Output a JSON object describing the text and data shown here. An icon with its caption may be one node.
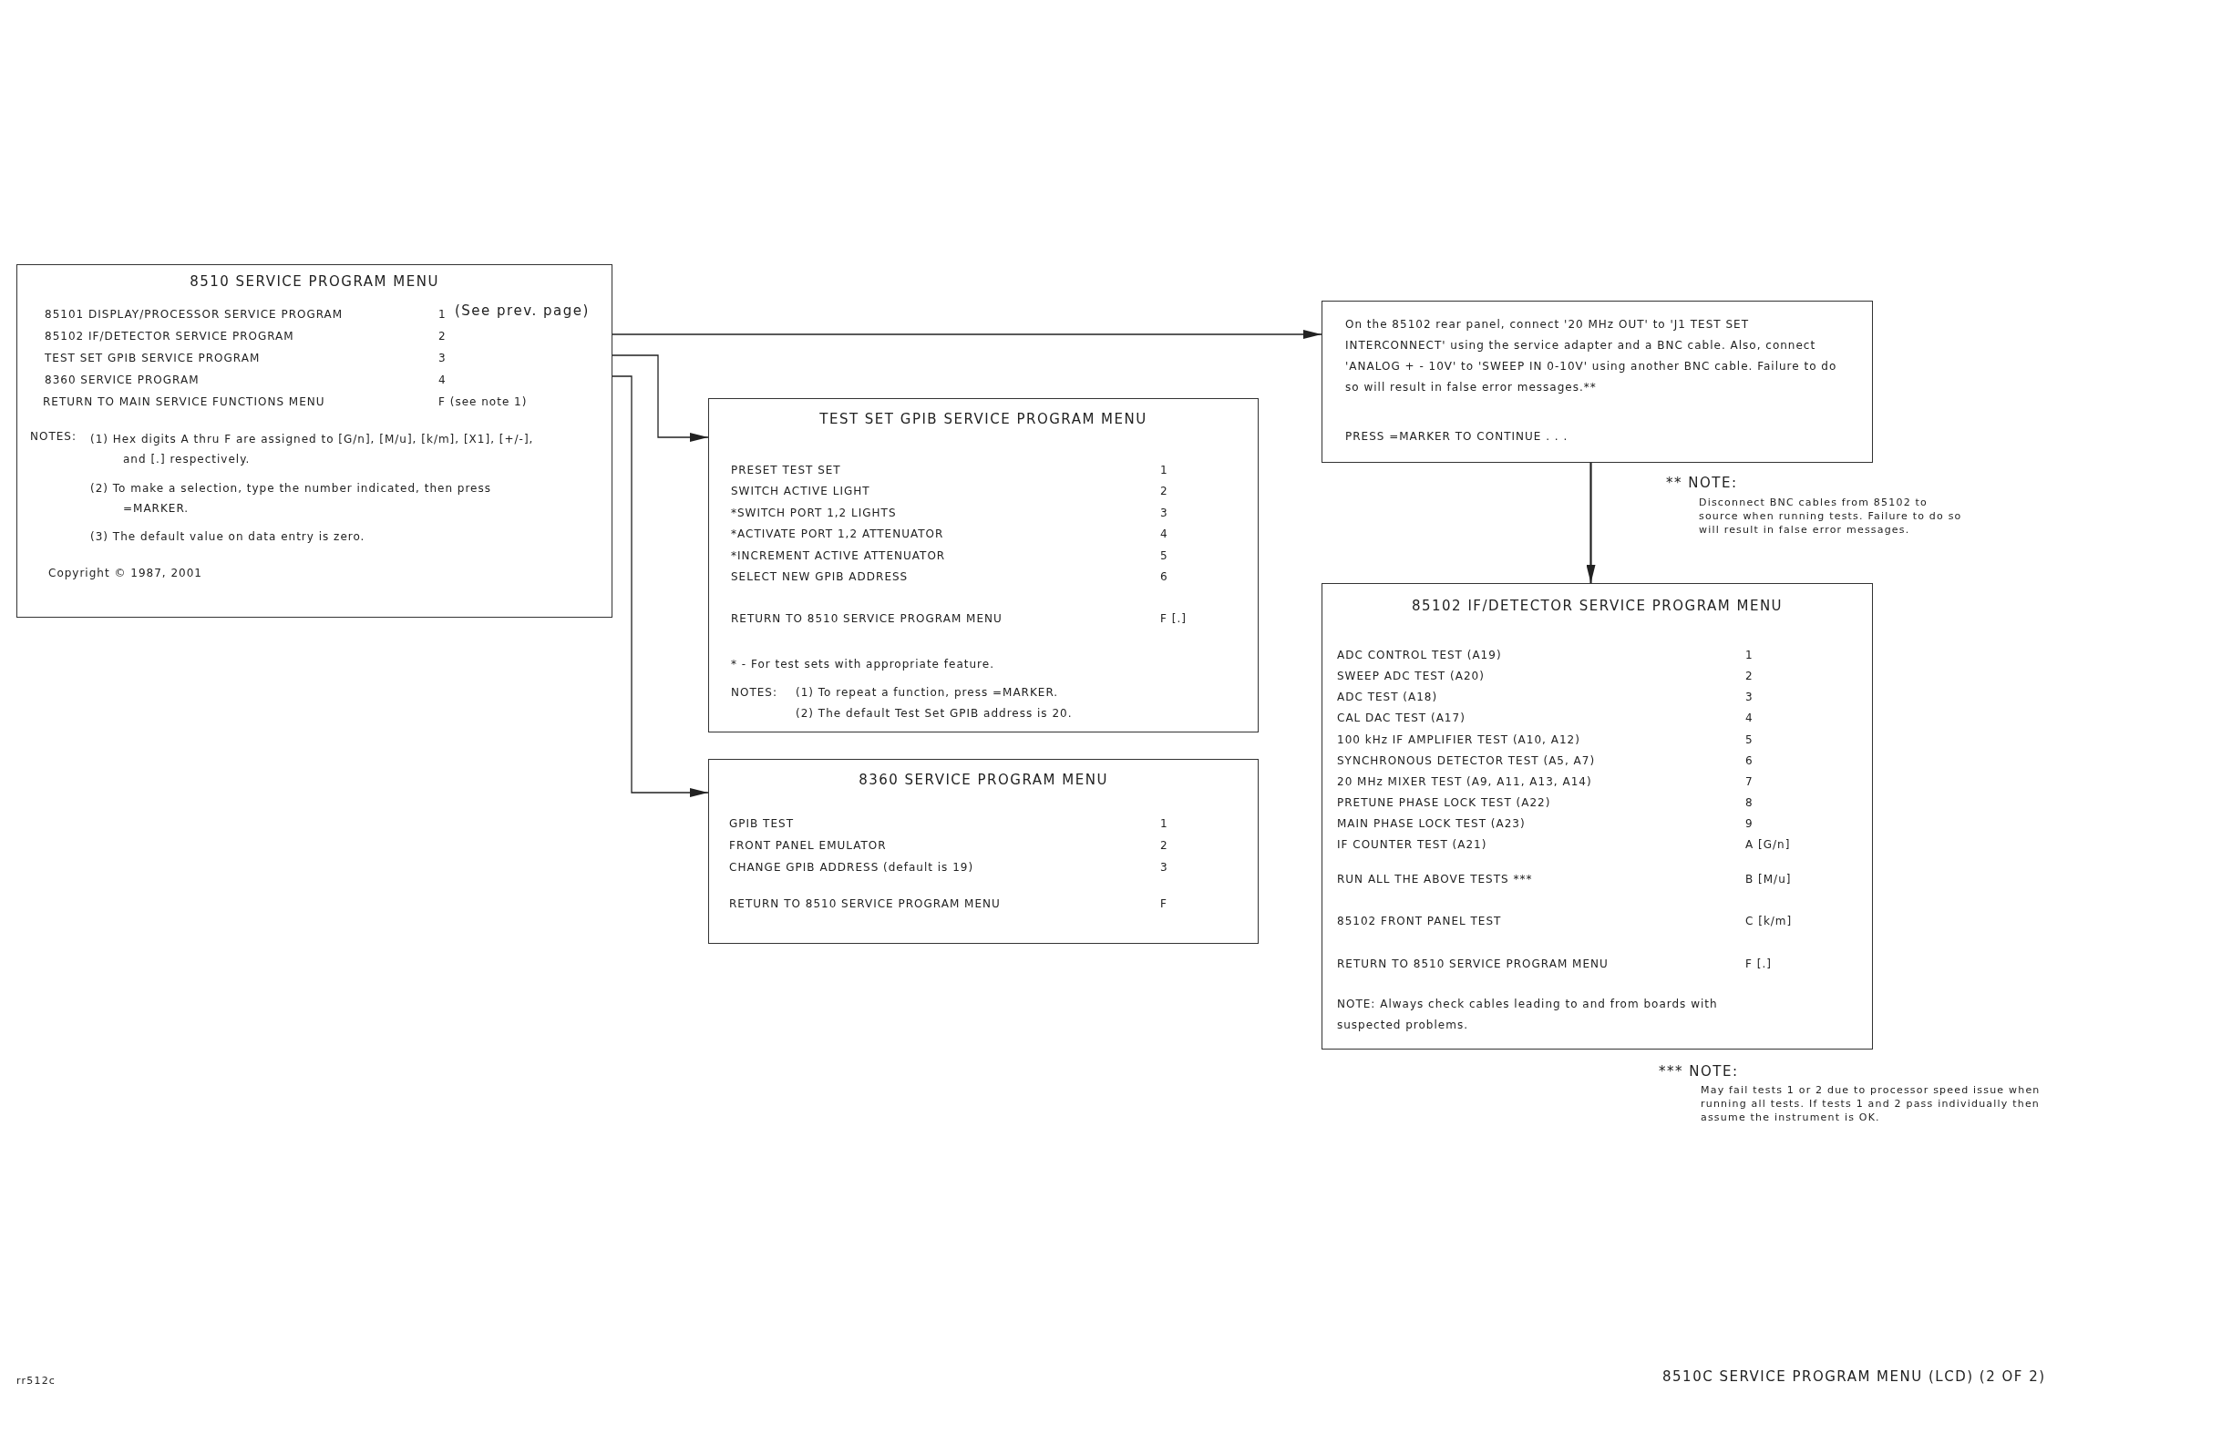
{
  "diagram": {
    "nodes": [
      {
        "text": [
          "8510 SERVICE PROGRAM MENU",
          "85101 DISPLAY/PROCESSOR SERVICE PROGRAM",
          "1",
          "(See prev. page)",
          "85102 IF/DETECTOR SERVICE PROGRAM",
          "2",
          "TEST SET GPIB SERVICE PROGRAM",
          "3",
          "8360 SERVICE PROGRAM",
          "4",
          "RETURN TO MAIN SERVICE FUNCTIONS MENU",
          "F (see note 1)",
          "NOTES:",
          "(1) Hex digits A thru F are assigned to [G/n], [M/u], [k/m], [X1], [+/-], and [.] respectively.",
          "(2) To make a selection, type the number indicated, then press =MARKER.",
          "(3) The default value on data entry is zero.",
          "Copyright © 1987, 2001"
        ]
      },
      {
        "text": [
          "TEST SET GPIB SERVICE PROGRAM MENU",
          "PRESET TEST SET",
          "1",
          "SWITCH ACTIVE LIGHT",
          "2",
          "*SWITCH PORT 1,2 LIGHTS",
          "3",
          "*ACTIVATE PORT 1,2 ATTENUATOR",
          "4",
          "*INCREMENT ACTIVE ATTENUATOR",
          "5",
          "SELECT NEW GPIB ADDRESS",
          "6",
          "RETURN TO 8510 SERVICE PROGRAM MENU",
          "F [.]",
          "* - For test sets with appropriate feature.",
          "NOTES:",
          "(1) To repeat a function, press =MARKER.",
          "(2) The default Test Set GPIB address is 20."
        ]
      },
      {
        "text": [
          "8360 SERVICE PROGRAM MENU",
          "GPIB TEST",
          "1",
          "FRONT PANEL EMULATOR",
          "2",
          "CHANGE GPIB ADDRESS (default is 19)",
          "3",
          "RETURN TO 8510 SERVICE PROGRAM MENU",
          "F"
        ]
      },
      {
        "text": [
          "On the 85102 rear panel, connect '20 MHz OUT' to 'J1 TEST SET INTERCONNECT' using the service adapter and a BNC cable. Also, connect 'ANALOG + - 10V' to 'SWEEP IN 0-10V' using another BNC cable. Failure to do so will result in false error messages.**",
          "PRESS =MARKER TO CONTINUE . . ."
        ]
      },
      {
        "text": [
          "85102 IF/DETECTOR SERVICE PROGRAM MENU",
          "ADC CONTROL TEST (A19)",
          "1",
          "SWEEP ADC TEST (A20)",
          "2",
          "ADC TEST (A18)",
          "3",
          "CAL DAC TEST (A17)",
          "4",
          "100 kHz IF AMPLIFIER TEST (A10, A12)",
          "5",
          "SYNCHRONOUS DETECTOR TEST (A5, A7)",
          "6",
          "20 MHz MIXER TEST (A9, A11, A13, A14)",
          "7",
          "PRETUNE PHASE LOCK TEST (A22)",
          "8",
          "MAIN PHASE LOCK TEST (A23)",
          "9",
          "IF COUNTER TEST (A21)",
          "A [G/n]",
          "RUN ALL THE ABOVE TESTS ***",
          "B [M/u]",
          "85102 FRONT PANEL TEST",
          "C [k/m]",
          "RETURN TO 8510 SERVICE PROGRAM MENU",
          "F [.]",
          "NOTE: Always check cables leading to and from boards with suspected problems."
        ]
      }
    ],
    "edges": [
      {
        "from": 0,
        "to": 3,
        "arrow": "to"
      },
      {
        "from": 0,
        "to": 1,
        "arrow": "to"
      },
      {
        "from": 0,
        "to": 2,
        "arrow": "to"
      },
      {
        "from": 3,
        "to": 4,
        "arrow": "to"
      }
    ],
    "labels": [
      "** NOTE:",
      "Disconnect BNC cables from 85102 to source when running tests. Failure to do so will result in false error messages.",
      "*** NOTE:",
      "May fail tests 1 or 2 due to processor speed issue when running all tests. If tests 1 and 2 pass individually then assume the instrument is OK.",
      "rr512c",
      "8510C SERVICE PROGRAM MENU (LCD) (2 OF 2)"
    ]
  }
}
